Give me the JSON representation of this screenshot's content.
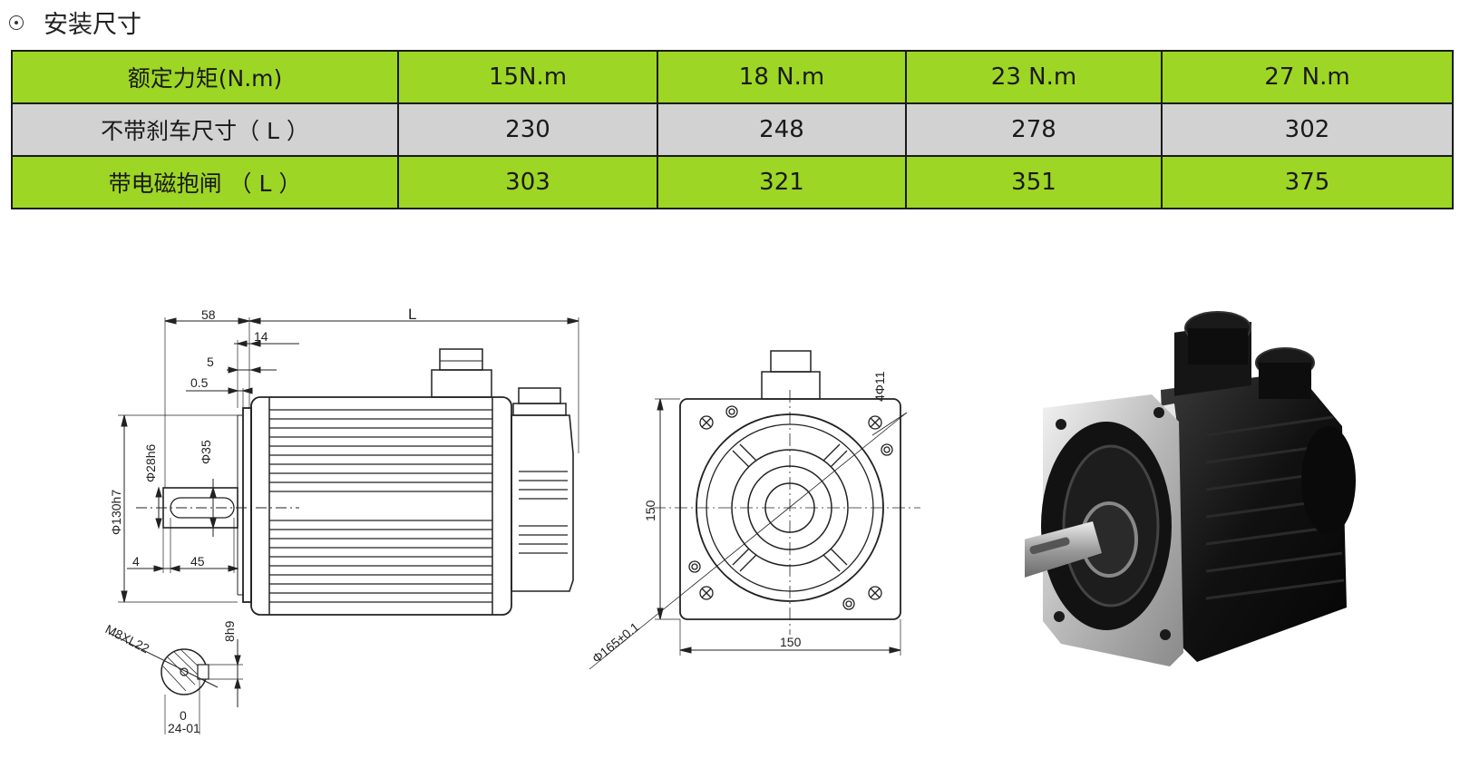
{
  "section": {
    "title": "安装尺寸"
  },
  "table": {
    "rows": [
      {
        "label": "额定力矩(N.m)",
        "values": [
          "15N.m",
          "18 N.m",
          "23 N.m",
          "27 N.m"
        ],
        "style": "green"
      },
      {
        "label": "不带刹车尺寸（ L ）",
        "values": [
          "230",
          "248",
          "278",
          "302"
        ],
        "style": "gray"
      },
      {
        "label": "带电磁抱闸 （ L ）",
        "values": [
          "303",
          "321",
          "351",
          "375"
        ],
        "style": "green"
      }
    ]
  },
  "drawing": {
    "side_view": {
      "dim_58": "58",
      "dim_L": "L",
      "dim_14": "14",
      "dim_5": "5",
      "dim_05": "0.5",
      "dim_phi35": "Φ35",
      "dim_phi28h6": "Φ28h6",
      "dim_phi130h7": "Φ130h7",
      "dim_4": "4",
      "dim_45": "45"
    },
    "shaft_section": {
      "thread": "M8XL22",
      "key": "8h9",
      "zero": "0",
      "tol": "24-01"
    },
    "front_view": {
      "holes": "4Φ11",
      "height": "150",
      "width": "150",
      "pcd": "Φ165±0.1"
    }
  },
  "colors": {
    "header_green": "#9dd624",
    "row_gray": "#d3d2d2"
  }
}
